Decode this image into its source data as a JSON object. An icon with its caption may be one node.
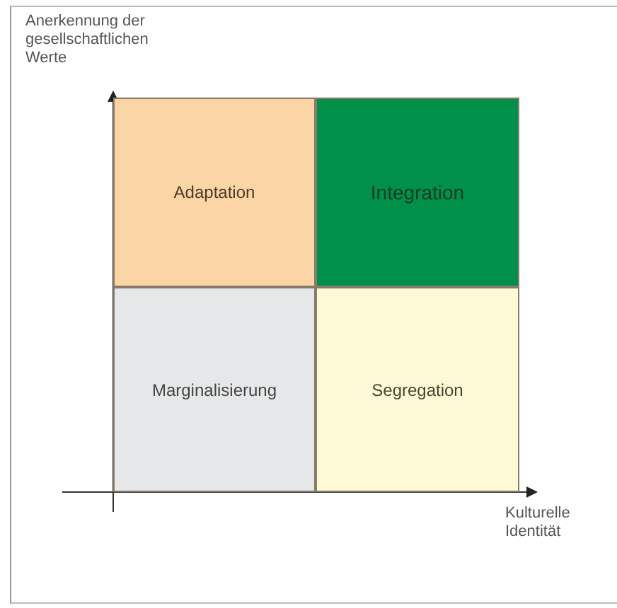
{
  "diagram": {
    "nodes": [
      {
        "text": [
          "Adaptation"
        ]
      },
      {
        "text": [
          "Integration"
        ]
      },
      {
        "text": [
          "Marginalisierung"
        ]
      },
      {
        "text": [
          "Segregation"
        ]
      }
    ],
    "labels": [
      "Anerkennung der gesellschaftlichen Werte",
      "Kulturelle Identität"
    ]
  }
}
